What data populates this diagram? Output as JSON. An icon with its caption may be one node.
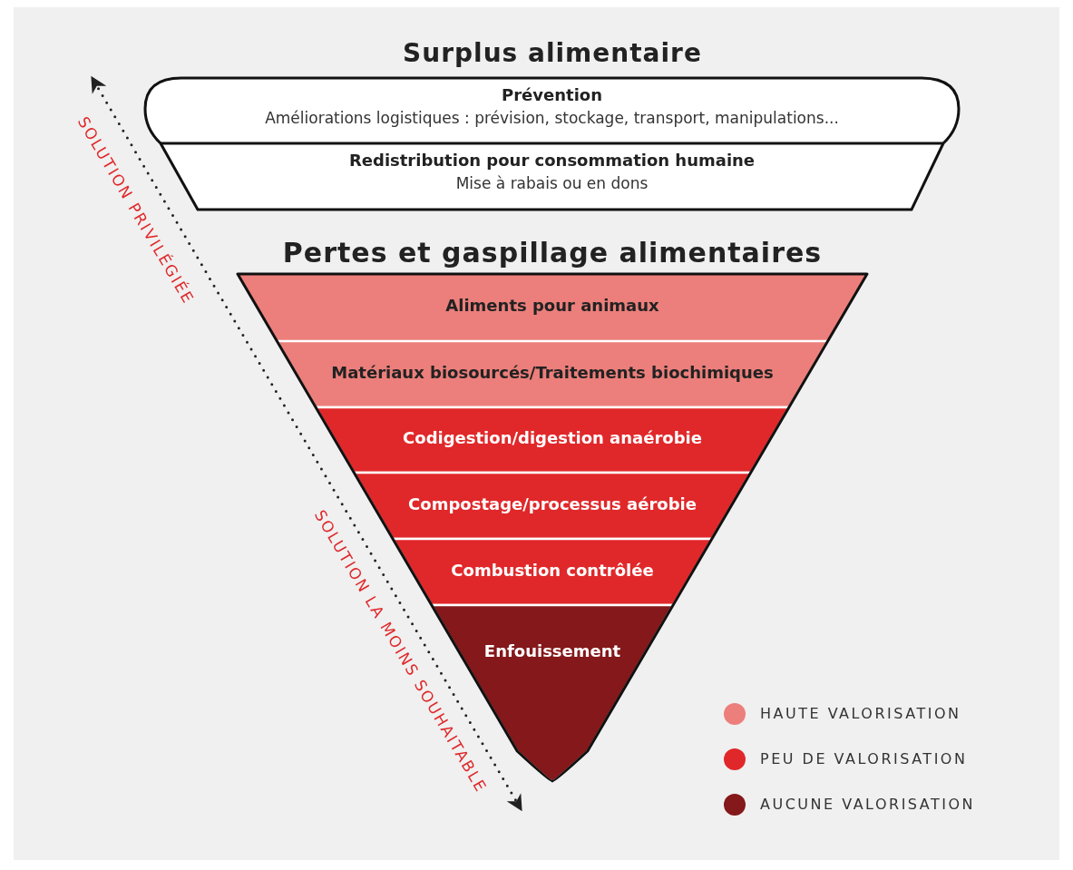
{
  "diagram": {
    "nodes": [
      {
        "text": [
          "Surplus alimentaire"
        ]
      },
      {
        "text": [
          "Prévention",
          "Améliorations logistiques : prévision, stockage, transport, manipulations..."
        ],
        "in": 0
      },
      {
        "text": [
          "Redistribution pour consommation humaine",
          "Mise à rabais ou en dons"
        ],
        "in": 0
      },
      {
        "text": [
          "Pertes et gaspillage alimentaires"
        ]
      },
      {
        "text": [
          "Aliments pour animaux"
        ],
        "in": 3
      },
      {
        "text": [
          "Matériaux biosourcés/Traitements biochimiques"
        ],
        "in": 3
      },
      {
        "text": [
          "Codigestion/digestion anaérobie"
        ],
        "in": 3
      },
      {
        "text": [
          "Compostage/processus aérobie"
        ],
        "in": 3
      },
      {
        "text": [
          "Combustion contrôlée"
        ],
        "in": 3
      },
      {
        "text": [
          "Enfouissement"
        ],
        "in": 3
      }
    ],
    "labels": [
      "SOLUTION PRIVILÉGIÉE",
      "SOLUTION LA MOINS SOUHAITABLE"
    ],
    "legend": [
      {
        "text": "HAUTE VALORISATION",
        "color": "#ec7f7b"
      },
      {
        "text": "PEU DE VALORISATION",
        "color": "#e0282a"
      },
      {
        "text": "AUCUNE VALORISATION",
        "color": "#84181a"
      }
    ]
  }
}
